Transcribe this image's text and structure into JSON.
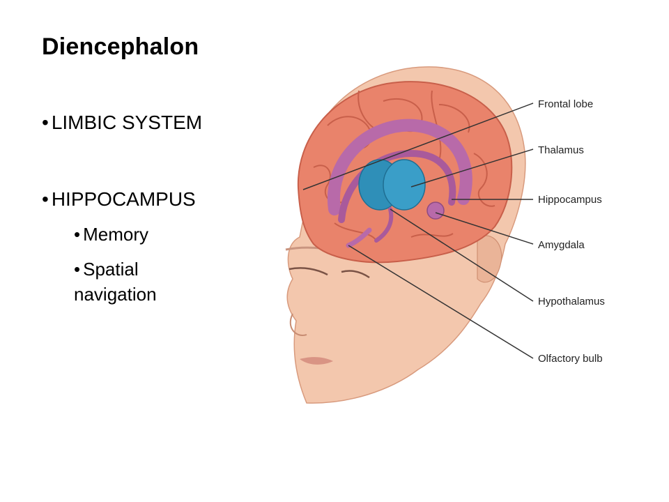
{
  "slide": {
    "title": "Diencephalon",
    "bullets": [
      {
        "text": "LIMBIC SYSTEM"
      },
      {
        "text": "HIPPOCAMPUS",
        "sub": [
          {
            "text": "Memory"
          },
          {
            "text_line1": "Spatial",
            "text_line2": "navigation"
          }
        ]
      }
    ]
  },
  "figure": {
    "labels": {
      "frontal_lobe": "Frontal lobe",
      "thalamus": "Thalamus",
      "hippocampus": "Hippocampus",
      "amygdala": "Amygdala",
      "hypothalamus": "Hypothalamus",
      "olfactory_bulb": "Olfactory bulb"
    },
    "colors": {
      "skin": "#f3c7ad",
      "skin_shadow": "#e6a98b",
      "brain": "#e9836b",
      "brain_dark": "#c85f4a",
      "limbic": "#b86aa9",
      "thalamus": "#2f8fb8",
      "leader_line": "#333333"
    }
  }
}
